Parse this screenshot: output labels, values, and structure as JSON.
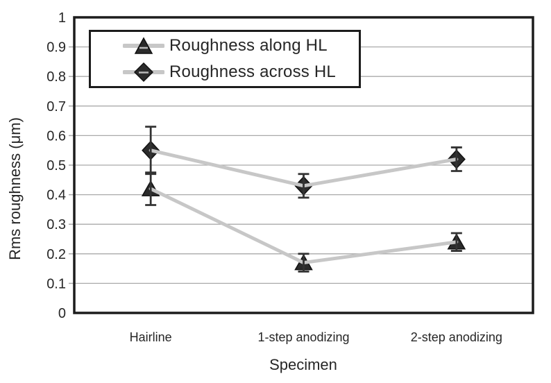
{
  "chart_data": {
    "type": "line",
    "title": "",
    "xlabel": "Specimen",
    "ylabel": "Rms roughness (μm)",
    "categories": [
      "Hairline",
      "1-step anodizing",
      "2-step anodizing"
    ],
    "series": [
      {
        "name": "Roughness along HL",
        "marker": "triangle",
        "values": [
          0.42,
          0.17,
          0.24
        ],
        "errors": [
          0.055,
          0.03,
          0.03
        ]
      },
      {
        "name": "Roughness across HL",
        "marker": "diamond",
        "values": [
          0.55,
          0.43,
          0.52
        ],
        "errors": [
          0.08,
          0.04,
          0.04
        ]
      }
    ],
    "ylim": [
      0,
      1
    ],
    "yticks": [
      "0",
      "0.1",
      "0.2",
      "0.3",
      "0.4",
      "0.5",
      "0.6",
      "0.7",
      "0.8",
      "0.9",
      "1"
    ],
    "grid": "horizontal-gridlines",
    "legend_position": "inside-top-left",
    "colors": {
      "series_line": "#c7c7c7",
      "marker_fill": "#2b2b2b",
      "marker_stroke": "#111111",
      "error_bar": "#333333",
      "gridline": "#a9a9a9",
      "plot_border": "#1c1c1c",
      "text": "#262626",
      "background": "#ffffff"
    }
  }
}
